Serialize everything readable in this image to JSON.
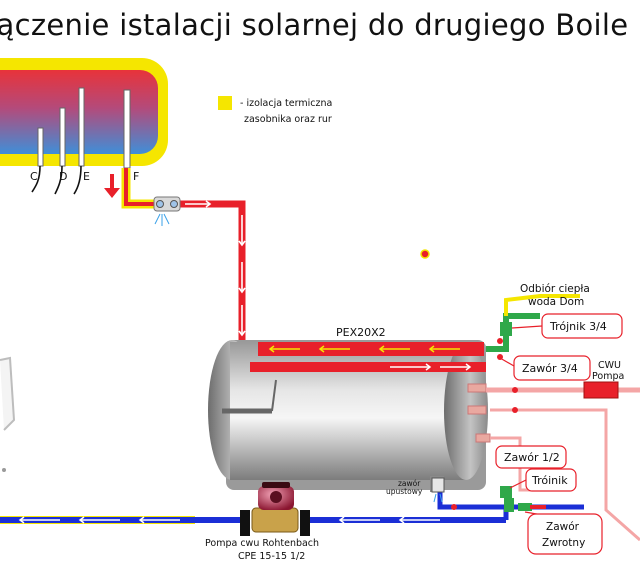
{
  "title": "łączenie istalacji solarnej do drugiego Boile",
  "legend": {
    "swatch_color": "#f5e600",
    "line1": "- izolacja termiczna",
    "line2": "zasobnika oraz rur"
  },
  "boiler_sensors": {
    "c": "C",
    "d": "D",
    "e": "E",
    "f": "F"
  },
  "labels": {
    "pex": "PEX20X2",
    "odbior_line1": "Odbiór ciepła",
    "odbior_line2": "woda Dom",
    "trojnik_34": "Trójnik 3/4",
    "zawor_34": "Zawór 3/4",
    "cwu_line1": "CWU",
    "cwu_line2": "Pompa",
    "zawor_12": "Zawór 1/2",
    "troinik": "Tróinik",
    "zawor_upustowy_line1": "zawór",
    "zawor_upustowy_line2": "upustowy",
    "zwrotny_line1": "Zawór",
    "zwrotny_line2": "Zwrotny",
    "pompa_line1": "Pompa cwu Rohtenbach",
    "pompa_line2": "CPE 15-15 1/2"
  },
  "colors": {
    "hot_pipe": "#e8202a",
    "cold_pipe": "#1b2fd6",
    "insulation": "#f5e600",
    "callout_border": "#e8202a",
    "pink_pipe": "#f4a6a6"
  }
}
